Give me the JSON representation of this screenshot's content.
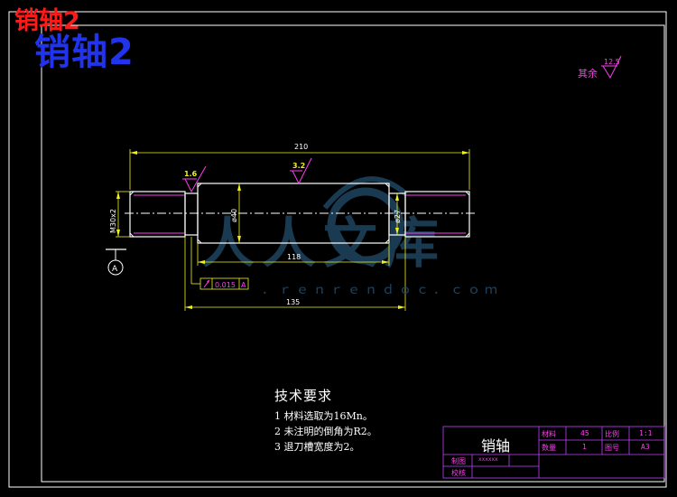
{
  "overlay": {
    "title_red": "销轴2",
    "title_blue": "销轴2"
  },
  "watermark": {
    "text": "人人文库",
    "url": "．ｒｅｎｒｅｎｄｏｃ．ｃｏｍ"
  },
  "roughness": {
    "remaining_label": "其余",
    "remaining_value": "12.5",
    "left_face_value": "1.6",
    "main_diameter_value": "3.2"
  },
  "dimensions": {
    "overall_length": "210",
    "thread_spec": "M30x2",
    "main_diameter": "ø40",
    "right_diameter": "ø27",
    "main_length": "118",
    "total_from_shoulder": "135"
  },
  "tolerance": {
    "value": "0.015",
    "datum": "A",
    "datum_marker": "A"
  },
  "technical_requirements": {
    "title": "技术要求",
    "items": [
      "1  材料选取为16Mn。",
      "2  未注明的倒角为R2。",
      "3  退刀槽宽度为2。"
    ]
  },
  "title_block": {
    "part_name": "销轴",
    "material_label": "材料",
    "material_value": "45",
    "scale_label": "比例",
    "scale_value": "1:1",
    "quantity_label": "数量",
    "quantity_value": "1",
    "sheet_label": "图号",
    "sheet_value": "A3",
    "drawn_label": "制图",
    "drawn_value": "xxxxxx",
    "checked_label": "校核"
  },
  "colors": {
    "outline": "#ffffff",
    "dimension": "#f0f020",
    "cyan_geom": "#28e8f0",
    "magenta": "#ff3df0",
    "title_block_line": "#c040ff",
    "watermark": "#1f4560"
  }
}
